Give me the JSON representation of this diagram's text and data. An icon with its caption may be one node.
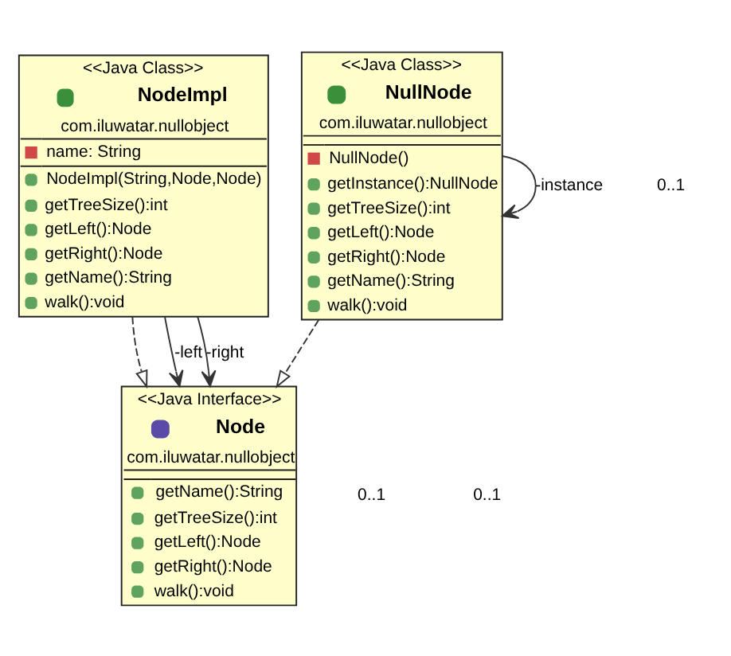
{
  "diagram": {
    "nodes": [
      {
        "text": [
          "<<Java Class>>",
          "NodeImpl",
          "com.iluwatar.nullobject",
          "name: String",
          "NodeImpl(String,Node,Node)",
          "getTreeSize():int",
          "getLeft():Node",
          "getRight():Node",
          "getName():String",
          "walk():void"
        ]
      },
      {
        "text": [
          "<<Java Class>>",
          "NullNode",
          "com.iluwatar.nullobject",
          "NullNode()",
          "getInstance():NullNode",
          "getTreeSize():int",
          "getLeft():Node",
          "getRight():Node",
          "getName():String",
          "walk():void"
        ]
      },
      {
        "text": [
          "<<Java Interface>>",
          "Node",
          "com.iluwatar.nullobject",
          "getName():String",
          "getTreeSize():int",
          "getLeft():Node",
          "getRight():Node",
          "walk():void"
        ]
      }
    ],
    "edges": [
      {
        "from": 0,
        "to": 2,
        "arrow": "to",
        "style": "dashed"
      },
      {
        "from": 0,
        "to": 2,
        "arrow": "to",
        "label": "-left"
      },
      {
        "from": 0,
        "to": 2,
        "arrow": "to",
        "label": "-right"
      },
      {
        "from": 1,
        "to": 2,
        "arrow": "to",
        "style": "dashed"
      },
      {
        "from": 1,
        "to": 1,
        "arrow": "to",
        "label": "-instance"
      }
    ],
    "labels": [
      "0..1",
      "0..1",
      "0..1"
    ]
  }
}
